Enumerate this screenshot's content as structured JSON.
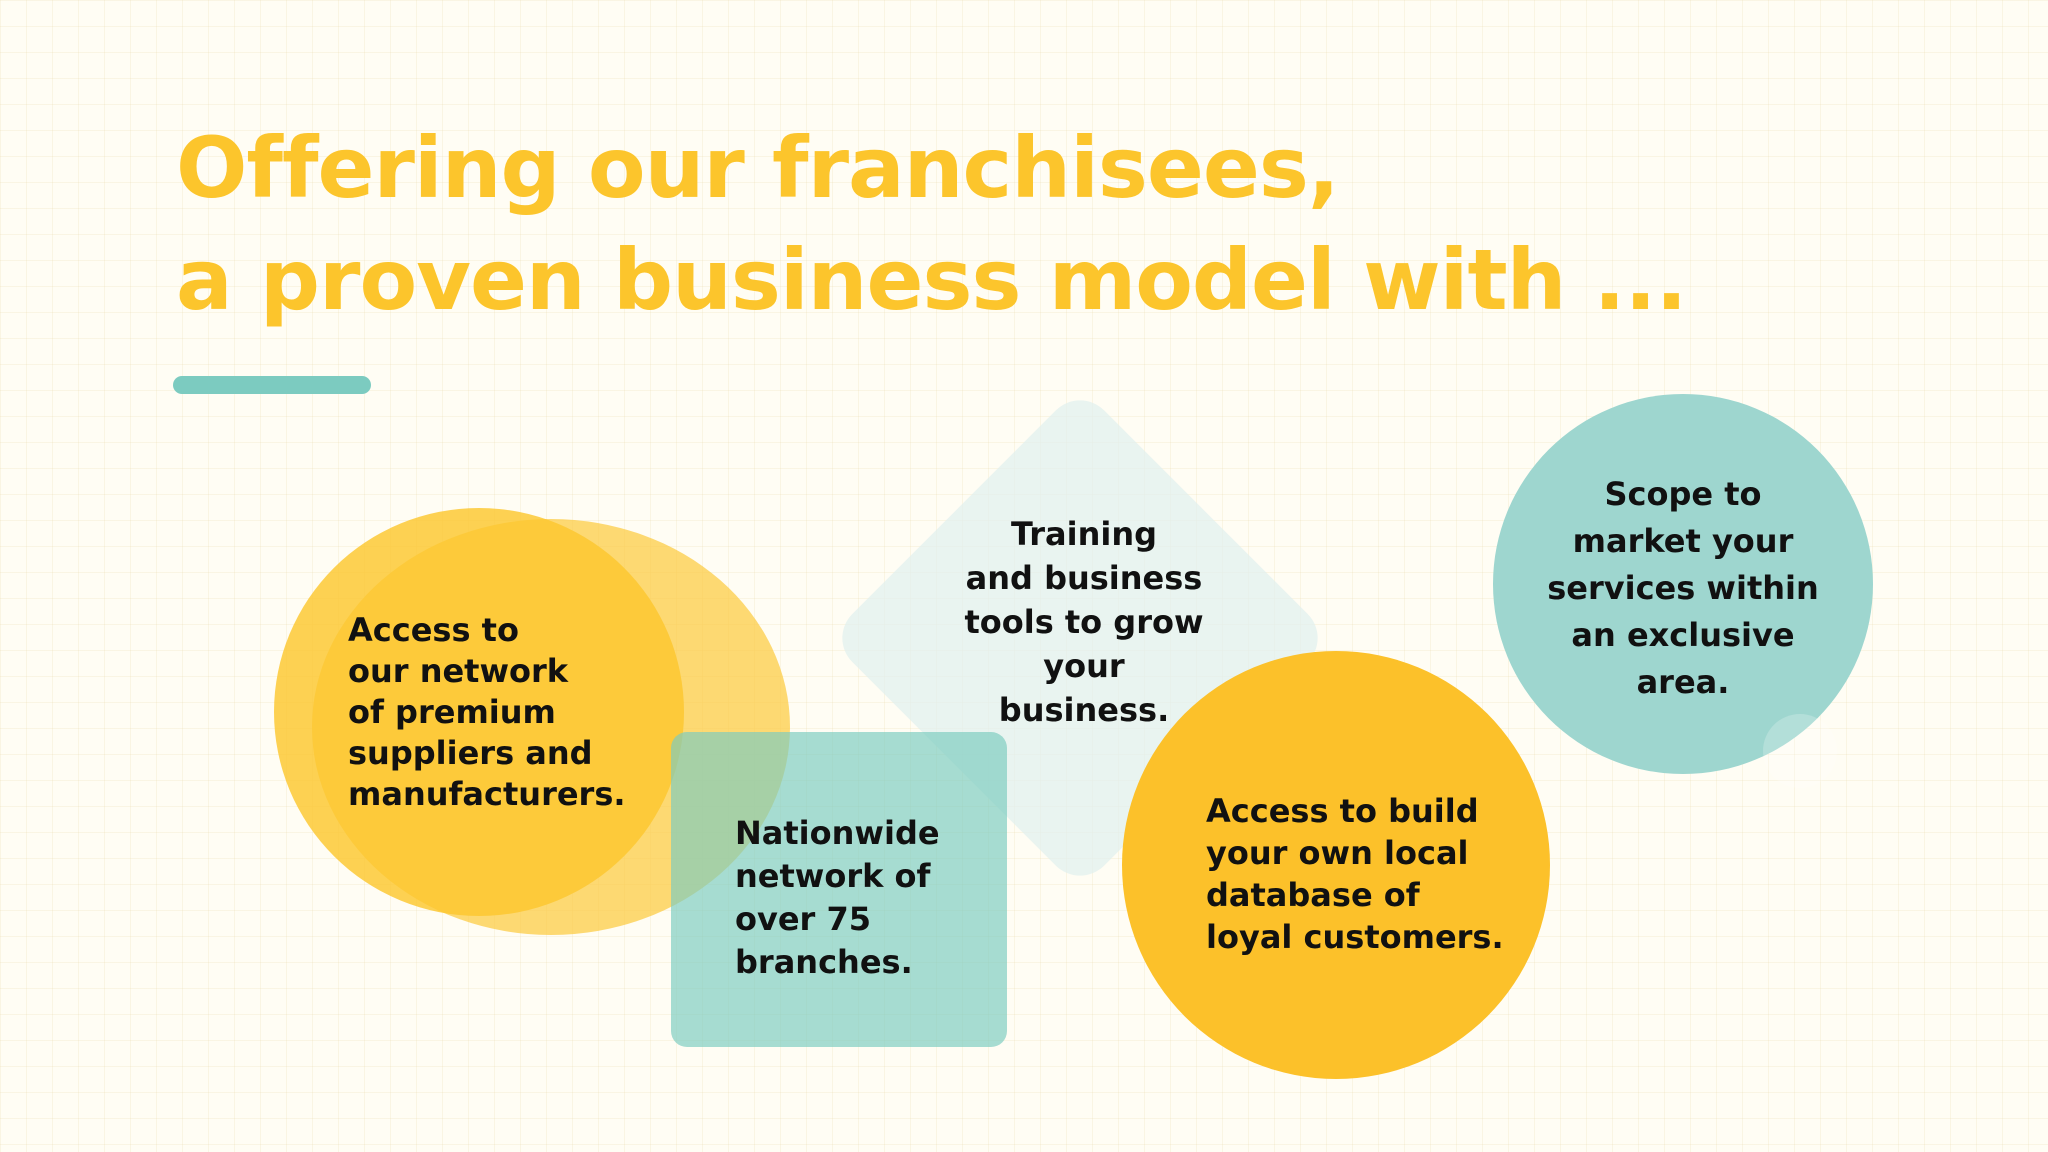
{
  "title": {
    "line1": "Offering our franchisees,",
    "line2": "a proven business model with ..."
  },
  "colors": {
    "title": "#fcc52c",
    "accent_bar": "#7ccbc0",
    "yellow": "#fcc12a",
    "teal": "#9ed6cf",
    "diamond": "#e0f0ee",
    "text": "#111111",
    "background": "#fffdf4"
  },
  "benefits": {
    "suppliers": "Access to\nour network\nof premium\nsuppliers and\nmanufacturers.",
    "training": "Training\nand business\ntools to grow\nyour\nbusiness.",
    "nationwide": "Nationwide\nnetwork of\nover 75\nbranches.",
    "database": "Access to  build\nyour own local\ndatabase of\nloyal customers.",
    "scope": "Scope to\nmarket your\nservices within\nan exclusive\narea."
  }
}
